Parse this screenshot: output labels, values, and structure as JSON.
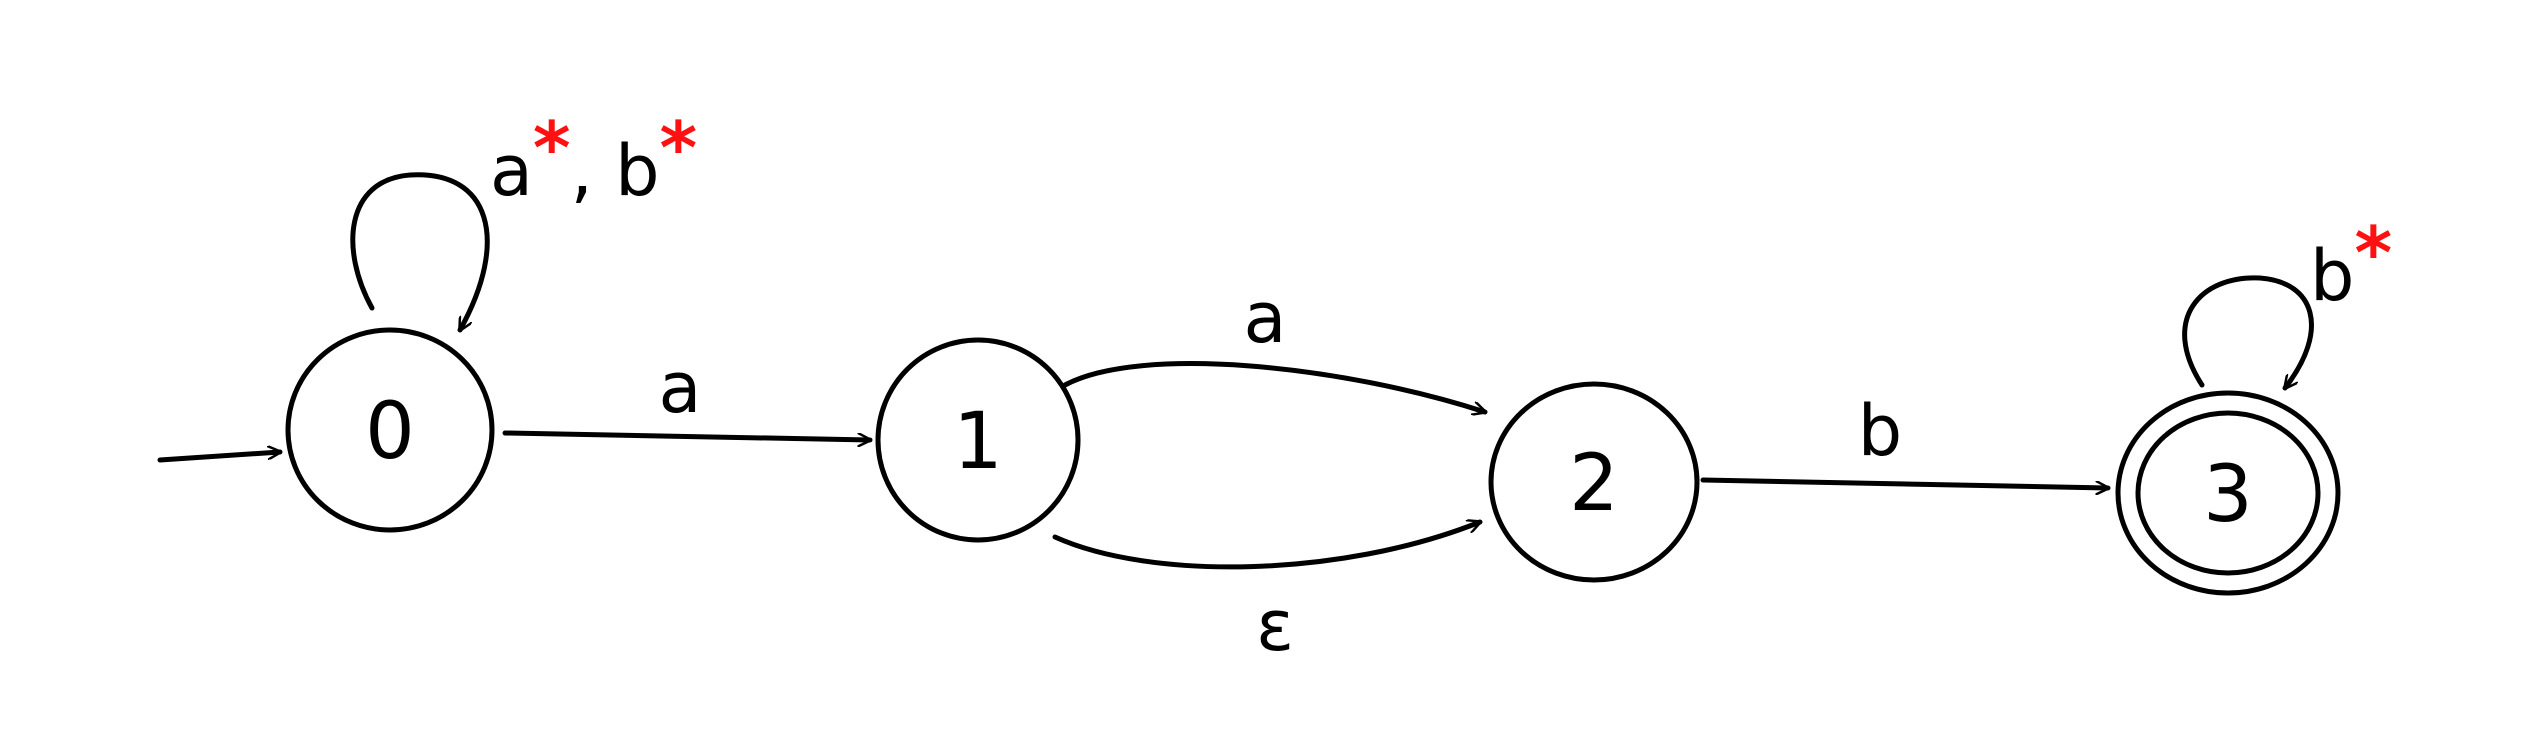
{
  "colors": {
    "ink": "#000000",
    "star": "#ff1111",
    "background": "#ffffff"
  },
  "states": [
    {
      "id": "q0",
      "label": "0",
      "initial": true,
      "accepting": false
    },
    {
      "id": "q1",
      "label": "1",
      "initial": false,
      "accepting": false
    },
    {
      "id": "q2",
      "label": "2",
      "initial": false,
      "accepting": false
    },
    {
      "id": "q3",
      "label": "3",
      "initial": false,
      "accepting": true
    }
  ],
  "transitions": [
    {
      "from": "q0",
      "to": "q0",
      "parts": [
        {
          "text": "a",
          "starred": true
        },
        {
          "text": ", ",
          "starred": false
        },
        {
          "text": "b",
          "starred": true
        }
      ]
    },
    {
      "from": "q0",
      "to": "q1",
      "parts": [
        {
          "text": "a",
          "starred": false
        }
      ]
    },
    {
      "from": "q1",
      "to": "q2",
      "parts": [
        {
          "text": "a",
          "starred": false
        }
      ]
    },
    {
      "from": "q1",
      "to": "q2",
      "parts": [
        {
          "text": "ε",
          "starred": false
        }
      ]
    },
    {
      "from": "q2",
      "to": "q3",
      "parts": [
        {
          "text": "b",
          "starred": false
        }
      ]
    },
    {
      "from": "q3",
      "to": "q3",
      "parts": [
        {
          "text": "b",
          "starred": true
        }
      ]
    }
  ],
  "star_symbol": "*"
}
